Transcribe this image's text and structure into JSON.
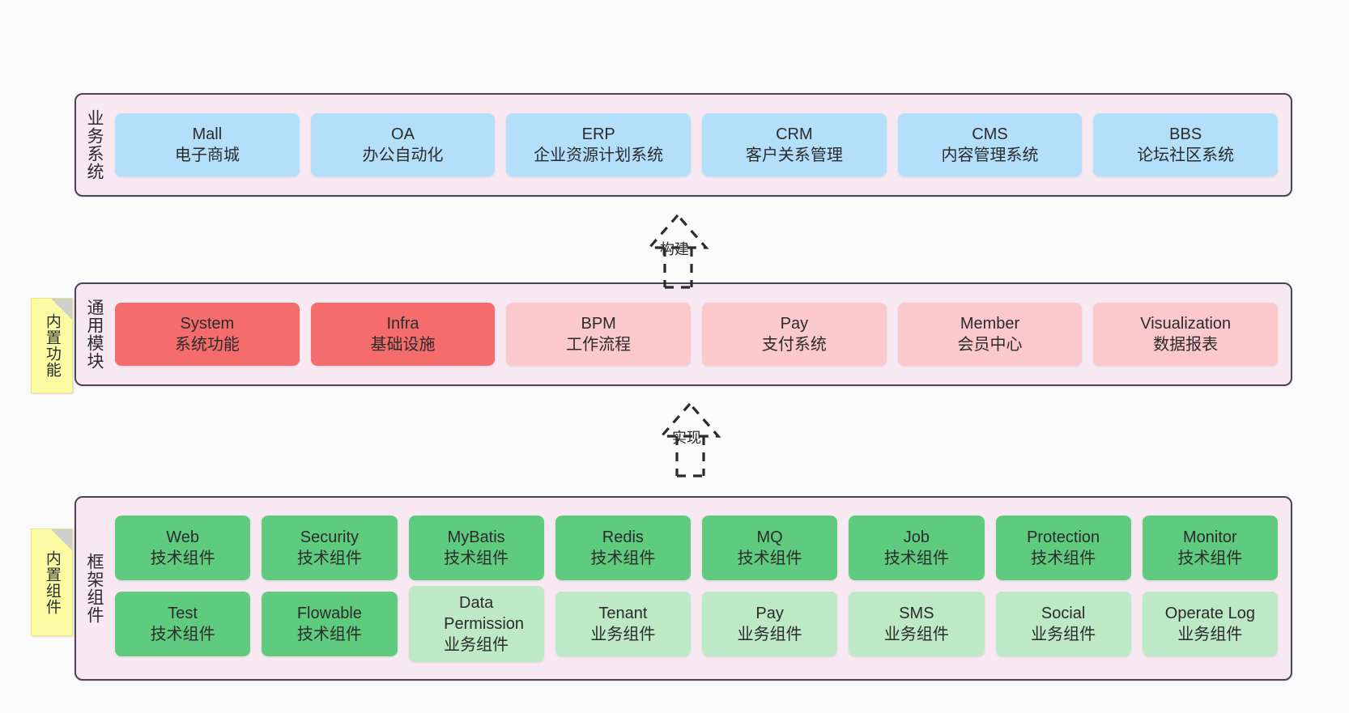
{
  "diagram": {
    "background_color": "#FAFAFA",
    "layer_bg_color": "#F7E8F2",
    "layer_border_color": "#4A4453",
    "colors": {
      "blue": "#B3DFFA",
      "red": "#F56C6C",
      "pink": "#FBC8CC",
      "green": "#5FCB7F",
      "light_green": "#BDE9C6",
      "sticky_yellow": "#FCFBA4",
      "sticky_fold": "#CFCFCF"
    }
  },
  "layers": [
    {
      "id": "business-system",
      "label": "业务系统",
      "rows": [
        {
          "cards": [
            {
              "title": "Mall",
              "subtitle": "电子商城",
              "color": "blue"
            },
            {
              "title": "OA",
              "subtitle": "办公自动化",
              "color": "blue"
            },
            {
              "title": "ERP",
              "subtitle": "企业资源计划系统",
              "color": "blue"
            },
            {
              "title": "CRM",
              "subtitle": "客户关系管理",
              "color": "blue"
            },
            {
              "title": "CMS",
              "subtitle": "内容管理系统",
              "color": "blue"
            },
            {
              "title": "BBS",
              "subtitle": "论坛社区系统",
              "color": "blue"
            }
          ]
        }
      ]
    },
    {
      "id": "common-module",
      "label": "通用模块",
      "sticky": "内置功能",
      "rows": [
        {
          "cards": [
            {
              "title": "System",
              "subtitle": "系统功能",
              "color": "red"
            },
            {
              "title": "Infra",
              "subtitle": "基础设施",
              "color": "red"
            },
            {
              "title": "BPM",
              "subtitle": "工作流程",
              "color": "pink"
            },
            {
              "title": "Pay",
              "subtitle": "支付系统",
              "color": "pink"
            },
            {
              "title": "Member",
              "subtitle": "会员中心",
              "color": "pink"
            },
            {
              "title": "Visualization",
              "subtitle": "数据报表",
              "color": "pink"
            }
          ]
        }
      ]
    },
    {
      "id": "framework-component",
      "label": "框架组件",
      "sticky": "内置组件",
      "rows": [
        {
          "cards": [
            {
              "title": "Web",
              "subtitle": "技术组件",
              "color": "green"
            },
            {
              "title": "Security",
              "subtitle": "技术组件",
              "color": "green"
            },
            {
              "title": "MyBatis",
              "subtitle": "技术组件",
              "color": "green"
            },
            {
              "title": "Redis",
              "subtitle": "技术组件",
              "color": "green"
            },
            {
              "title": "MQ",
              "subtitle": "技术组件",
              "color": "green"
            },
            {
              "title": "Job",
              "subtitle": "技术组件",
              "color": "green"
            },
            {
              "title": "Protection",
              "subtitle": "技术组件",
              "color": "green"
            },
            {
              "title": "Monitor",
              "subtitle": "技术组件",
              "color": "green"
            }
          ]
        },
        {
          "cards": [
            {
              "title": "Test",
              "subtitle": "技术组件",
              "color": "green"
            },
            {
              "title": "Flowable",
              "subtitle": "技术组件",
              "color": "green"
            },
            {
              "title": "Data Permission",
              "subtitle": "业务组件",
              "color": "light_green"
            },
            {
              "title": "Tenant",
              "subtitle": "业务组件",
              "color": "light_green"
            },
            {
              "title": "Pay",
              "subtitle": "业务组件",
              "color": "light_green"
            },
            {
              "title": "SMS",
              "subtitle": "业务组件",
              "color": "light_green"
            },
            {
              "title": "Social",
              "subtitle": "业务组件",
              "color": "light_green"
            },
            {
              "title": "Operate Log",
              "subtitle": "业务组件",
              "color": "light_green"
            }
          ]
        }
      ]
    }
  ],
  "connectors": [
    {
      "id": "build",
      "label": "构建",
      "from": "common-module",
      "to": "business-system",
      "style": "dashed-hollow-triangle"
    },
    {
      "id": "implement",
      "label": "实现",
      "from": "framework-component",
      "to": "common-module",
      "style": "dashed-hollow-triangle"
    }
  ]
}
